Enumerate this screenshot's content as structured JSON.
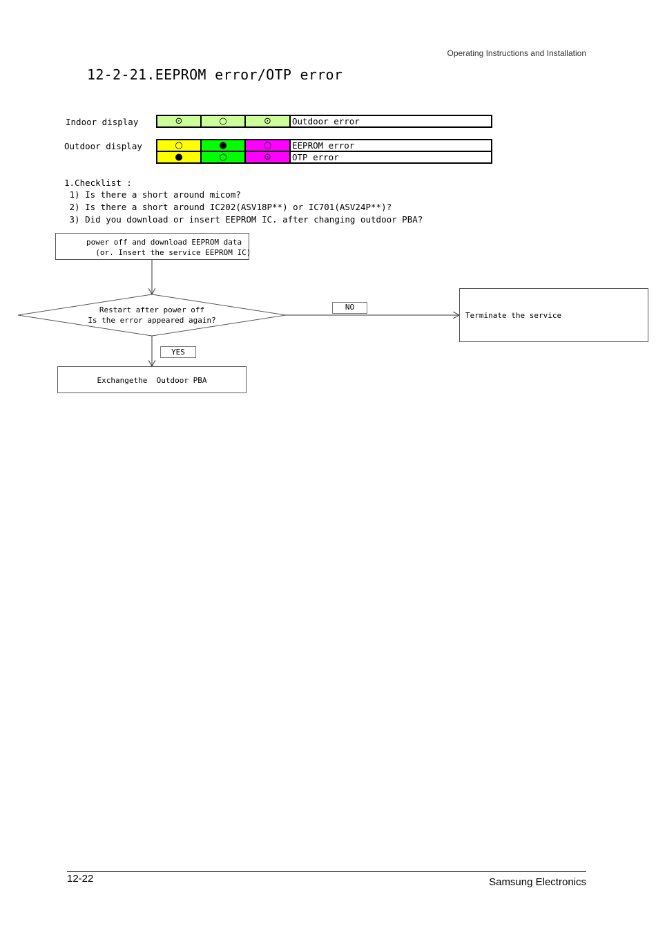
{
  "header": {
    "section": "Operating Instructions and Installation",
    "title": "12-2-21.EEPROM error/OTP error"
  },
  "display_table": {
    "indoor": {
      "label": "Indoor display",
      "cells": [
        "⊙",
        "○",
        "⊙"
      ],
      "colors": [
        "#ccff99",
        "#ccff99",
        "#ccff99"
      ],
      "text": "Outdoor error"
    },
    "outdoor": {
      "label": "Outdoor display",
      "colors": [
        "#ffff00",
        "#00ff00",
        "#ff00ff"
      ],
      "rows": [
        {
          "cells": [
            "○",
            "●",
            "○"
          ],
          "text": "EEPROM error"
        },
        {
          "cells": [
            "●",
            "○",
            "⊙"
          ],
          "text": "OTP error"
        }
      ]
    }
  },
  "checklist": {
    "heading": "1.Checklist :",
    "items": [
      " 1) Is there a short around micom?",
      " 2) Is there a short around IC202(ASV18P**) or IC701(ASV24P**)?",
      " 3) Did you download or insert EEPROM IC. after changing outdoor PBA?"
    ]
  },
  "flowchart": {
    "start_box": "power off and download EEPROM data\n  (or. Insert the service EEPROM IC)",
    "decision": "Restart after power off\nIs the error appeared again?",
    "no_label": "NO",
    "yes_label": "YES",
    "no_box": "Terminate the service",
    "yes_box": "Exchangethe  Outdoor PBA"
  },
  "footer": {
    "page": "12-22",
    "brand": "Samsung Electronics"
  }
}
